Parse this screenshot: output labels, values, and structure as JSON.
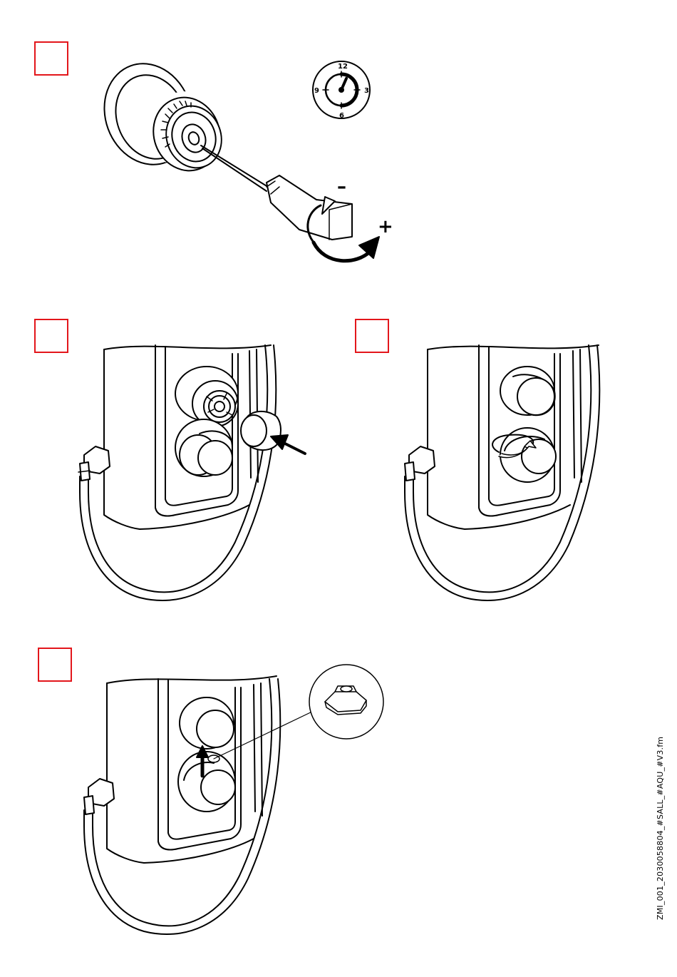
{
  "page": {
    "doc_id": "ZMI_001_2030058804_#SALL_#AQU_#V3.fm"
  },
  "steps": [
    {
      "id": "step-1",
      "number": ""
    },
    {
      "id": "step-2",
      "number": ""
    },
    {
      "id": "step-3",
      "number": ""
    },
    {
      "id": "step-4",
      "number": ""
    }
  ],
  "clock": {
    "top": "12",
    "right": "3",
    "bottom": "6",
    "left": "9"
  },
  "rotation": {
    "minus": "–",
    "plus": "+"
  },
  "colors": {
    "step_box": "#e3161b",
    "line": "#000000"
  },
  "icons": [
    "screwdriver-icon",
    "rotate-arrow-icon",
    "push-arrow-icon",
    "lift-arrow-icon"
  ]
}
